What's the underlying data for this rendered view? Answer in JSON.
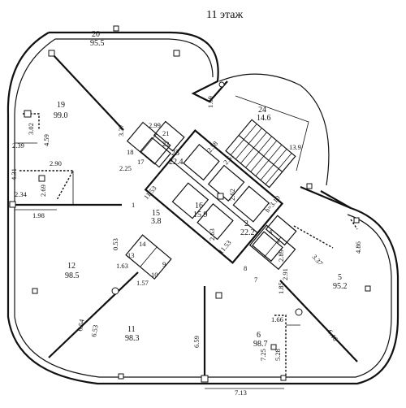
{
  "title": "11 этаж",
  "rooms": [
    {
      "num": "20",
      "area": "95.5"
    },
    {
      "num": "19",
      "area": "99.0"
    },
    {
      "num": "24",
      "area": "14.6"
    },
    {
      "num": "23",
      "area": "22.4"
    },
    {
      "num": "16",
      "area": "15.9"
    },
    {
      "num": "15",
      "area": "3.8"
    },
    {
      "num": "2",
      "area": "22.2"
    },
    {
      "num": "12",
      "area": "98.5"
    },
    {
      "num": "11",
      "area": "98.3"
    },
    {
      "num": "6",
      "area": "98.7"
    },
    {
      "num": "5",
      "area": "95.2"
    }
  ],
  "small_room_numbers": [
    "21",
    "22",
    "18",
    "17",
    "14",
    "13",
    "10",
    "9",
    "4",
    "3",
    "8",
    "7",
    "1"
  ],
  "room_label_13_9": "13.9",
  "dimensions": [
    "1.69",
    "2.99",
    "3.37",
    "3.02",
    "4.59",
    "2.39",
    "4.31",
    "2.90",
    "2.69",
    "2.34",
    "1.98",
    "2.25",
    "2.58",
    "2.51",
    "11.53",
    "h=3.10",
    "2.63",
    "2.62",
    "11.53",
    "1.63",
    "1.57",
    "0.53",
    "2.89",
    "2.91",
    "1.85",
    "4.86",
    "3.37",
    "6.54",
    "6.53",
    "6.59",
    "1.66",
    "7.25",
    "5.28",
    "6.46",
    "7.13"
  ]
}
